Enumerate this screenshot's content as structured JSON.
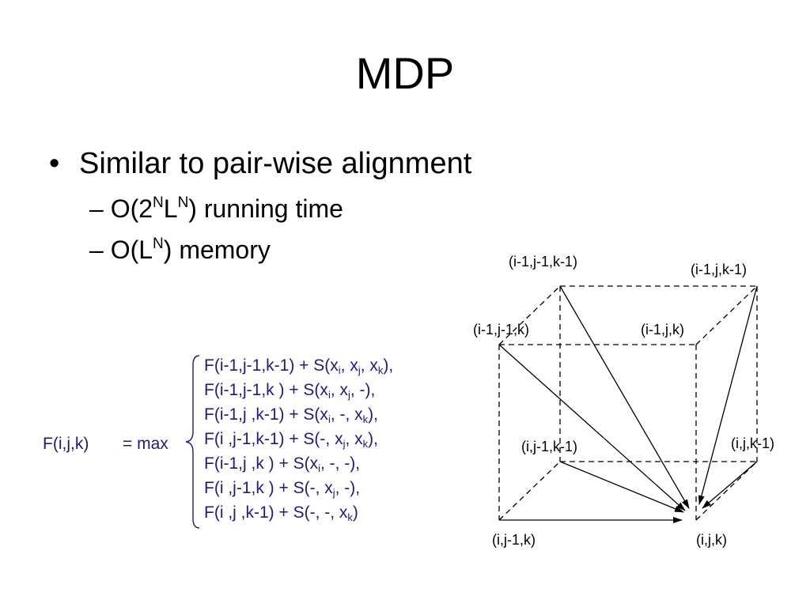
{
  "slide": {
    "title": "MDP",
    "bullet_marker": "•",
    "bullet": "Similar to pair-wise alignment",
    "sub1": {
      "prefix": "– O(2",
      "sup1": "N",
      "mid": "L",
      "sup2": "N",
      "suffix": ") running time"
    },
    "sub2": {
      "prefix": "– O(L",
      "sup": "N",
      "suffix": ") memory"
    }
  },
  "equation": {
    "lhs": "F(i,j,k)",
    "operator": "= max",
    "cases": [
      [
        "F(i-1,j-1,k-1) + S(x",
        "i",
        ", x",
        "j",
        ", x",
        "k",
        "),"
      ],
      [
        "F(i-1,j-1,k   ) + S(x",
        "i",
        ", x",
        "j",
        ", -),"
      ],
      [
        "F(i-1,j   ,k-1) + S(x",
        "i",
        ", -, x",
        "k",
        "),"
      ],
      [
        "F(i   ,j-1,k-1) + S(-, x",
        "j",
        ", x",
        "k",
        "),"
      ],
      [
        "F(i-1,j   ,k   ) + S(x",
        "i",
        ", -, -),"
      ],
      [
        "F(i   ,j-1,k   ) + S(-, x",
        "j",
        ", -),"
      ],
      [
        "F(i   ,j   ,k-1) + S(-, -, x",
        "k",
        ")"
      ]
    ]
  },
  "cube": {
    "labels": {
      "back_top_left": "(i-1,j-1,k-1)",
      "back_top_right": "(i-1,j,k-1)",
      "front_top_left": "(i-1,j-1,k)",
      "front_top_right": "(i-1,j,k)",
      "back_bottom_left": "(i,j-1,k-1)",
      "back_bottom_right": "(i,j,k-1)",
      "front_bottom_left": "(i,j-1,k)",
      "front_bottom_right": "(i,j,k)"
    },
    "text_color": "#1a1a8c"
  }
}
